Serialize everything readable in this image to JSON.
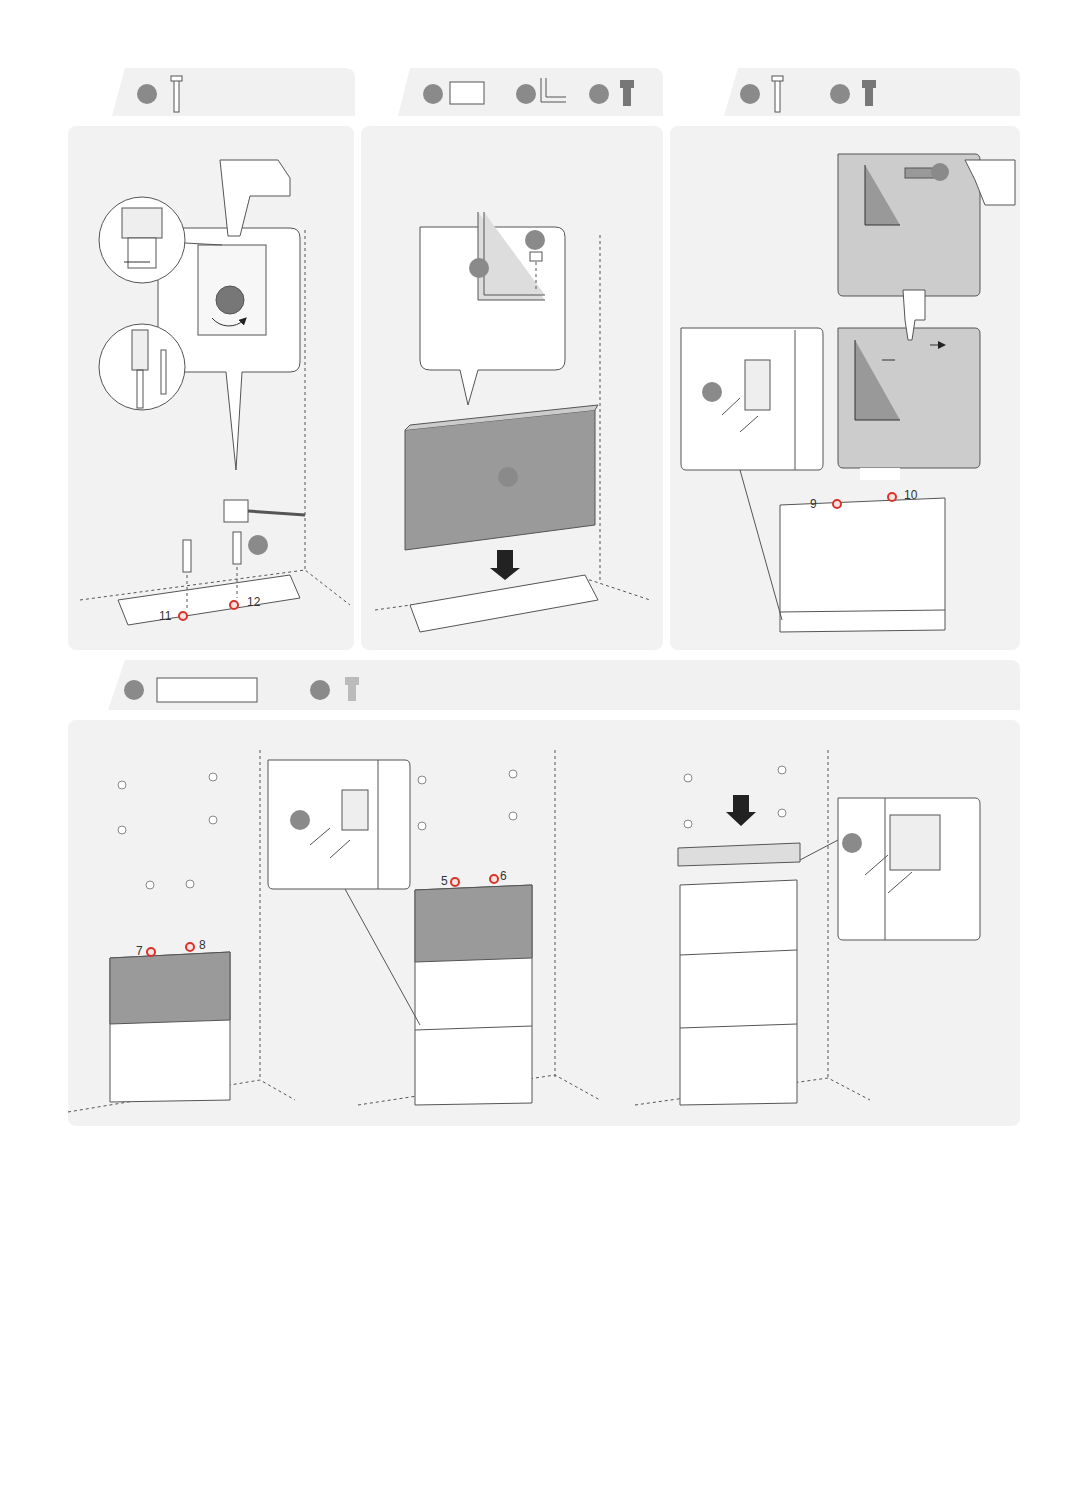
{
  "diagram": {
    "labels": [
      "11",
      "12",
      "9",
      "10",
      "7",
      "8",
      "5",
      "6"
    ]
  }
}
